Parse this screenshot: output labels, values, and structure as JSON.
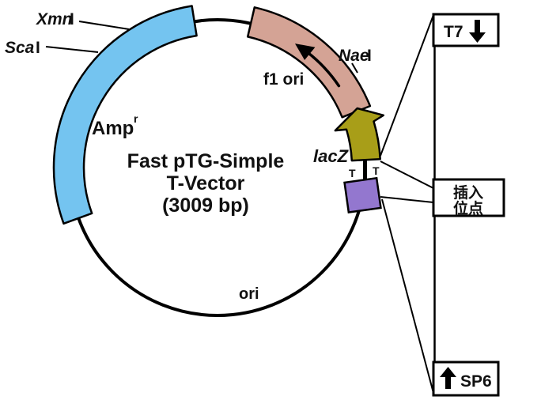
{
  "diagram": {
    "title_line1": "Fast pTG-Simple",
    "title_line2": "T-Vector",
    "title_line3": "(3009 bp)",
    "labels": {
      "amp_base": "Amp",
      "amp_sup": "r",
      "xmn_italic": "Xmn",
      "xmn_suffix": "I",
      "sca_italic": "Sca",
      "sca_suffix": "I",
      "nae_italic": "Nae",
      "nae_suffix": "I",
      "f1_ori": "f1 ori",
      "lacz": "lacZ",
      "ori": "ori",
      "t_left": "T",
      "t_right": "T"
    },
    "colors": {
      "amp_arc": "#74C4F0",
      "f1_ori_arc": "#D4A395",
      "lacz_arrow": "#A89E18",
      "insert_marker": "#9377CF",
      "backbone": "#000000"
    }
  },
  "side_panel": {
    "t7_label": "T7",
    "insertion_site_line1": "插入",
    "insertion_site_line2": "位点",
    "sp6_label": "SP6"
  }
}
